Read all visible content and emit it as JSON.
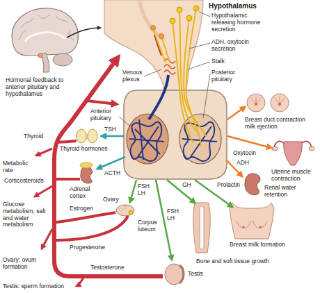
{
  "diagram": {
    "labels": [
      "Hypothalamus",
      "Hypothalamic releasing hormone secretion",
      "ADH, oxytocin secretion",
      "Venous plexus",
      "Stalk",
      "Posterior pituitary",
      "Hormonal feedback to anterior pituitary and hypothalamus",
      "Anterior pituitary",
      "Breast duct contraction milk ejection",
      "Thyroid",
      "TSH",
      "Oxytocin",
      "Thyroid hormones",
      "Adrenal cortex",
      "ACTH",
      "Metabolic rate",
      "ADH",
      "Uterine muscle contraction",
      "Corticosteroids",
      "FSH LH",
      "GH",
      "Prolactin",
      "Ovary",
      "Renal water retention",
      "Glucose metabolism, salt and water metabolism",
      "FSH LH",
      "Estrogen",
      "Corpus luteum",
      "Breast milk formation",
      "Progesterone",
      "Bone and soft tissue growth",
      "Ovary: ovum formation",
      "Testosterone",
      "Testis",
      "Testis: sperm formation"
    ]
  }
}
